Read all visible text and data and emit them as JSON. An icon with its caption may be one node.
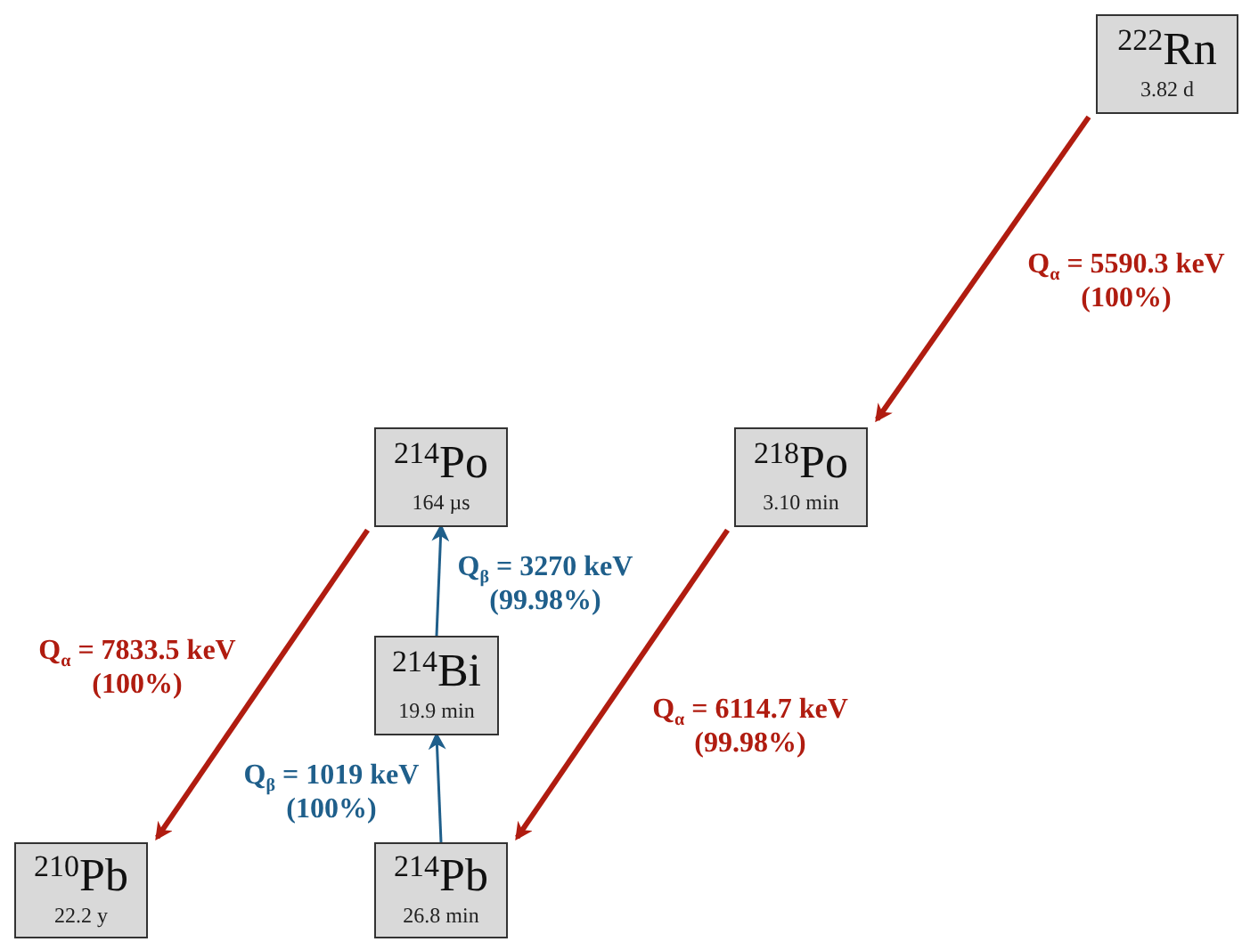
{
  "diagram": {
    "nodes": [
      {
        "text": [
          "$^{222}$Rn",
          "3.82 d"
        ]
      },
      {
        "text": [
          "$^{214}$Po",
          "164 µs"
        ]
      },
      {
        "text": [
          "$^{218}$Po",
          "3.10 min"
        ]
      },
      {
        "text": [
          "$^{214}$Bi",
          "19.9 min"
        ]
      },
      {
        "text": [
          "$^{210}$Pb",
          "22.2 y"
        ]
      },
      {
        "text": [
          "$^{214}$Pb",
          "26.8 min"
        ]
      }
    ],
    "edges": [
      {
        "from": 0,
        "to": 2,
        "arrow": "to",
        "label": "Q$_{α}$ = 5590.3 keV (100%)"
      },
      {
        "from": 2,
        "to": 5,
        "arrow": "to",
        "label": "Q$_{α}$ = 6114.7 keV (99.98%)"
      },
      {
        "from": 5,
        "to": 3,
        "arrow": "to",
        "label": "Q$_{β}$ = 1019 keV (100%)",
        "color": "#1f5f8b"
      },
      {
        "from": 3,
        "to": 1,
        "arrow": "to",
        "label": "Q$_{β}$ = 3270 keV (99.98%)",
        "color": "#1f5f8b"
      },
      {
        "from": 1,
        "to": 4,
        "arrow": "to",
        "label": "Q$_{α}$ = 7833.5 keV (100%)"
      }
    ]
  }
}
